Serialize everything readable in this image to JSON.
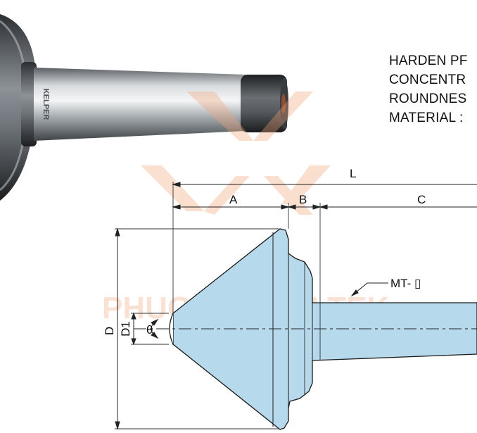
{
  "specs": {
    "line1": "HARDEN PF",
    "line2": "CONCENTR",
    "line3": "ROUNDNES",
    "line4": "MATERIAL :"
  },
  "dimensions": {
    "L": "L",
    "A": "A",
    "B": "B",
    "C": "C",
    "D": "D",
    "D1": "D1",
    "theta": "θ",
    "mt": "MT- ▯"
  },
  "watermark": {
    "text": "PHUONG VIEN TEK"
  },
  "product_marking": "KELPER",
  "colors": {
    "part_fill": "#b7d9ec",
    "outline": "#1a1a1a",
    "watermark": "#f2a679"
  }
}
